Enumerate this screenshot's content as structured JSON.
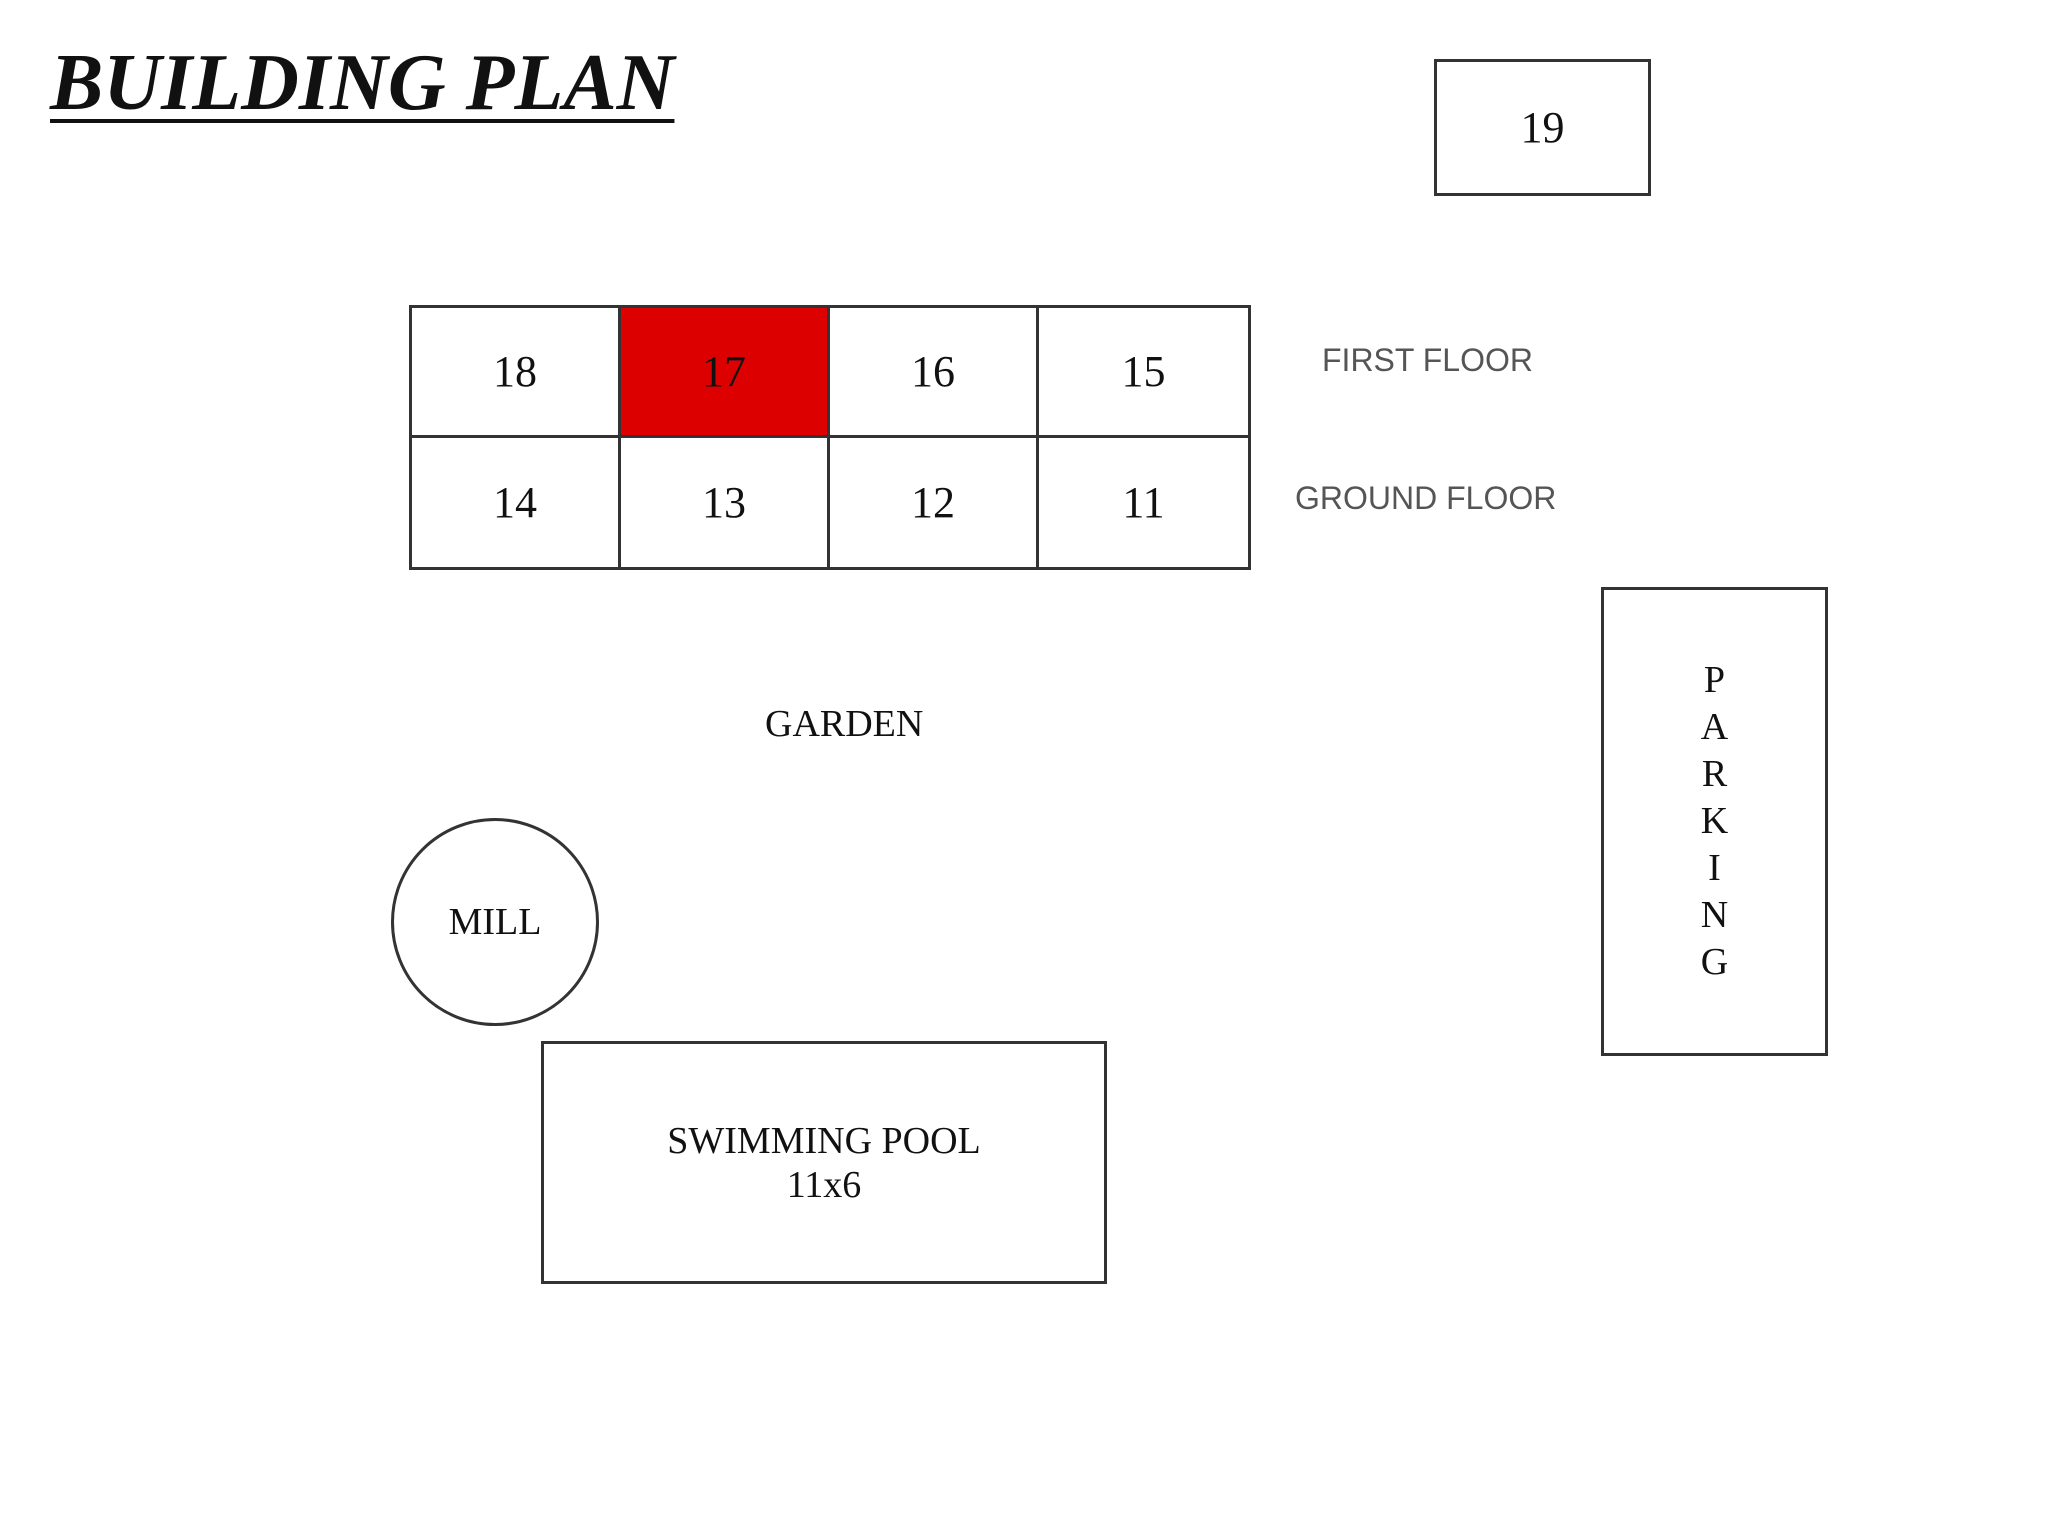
{
  "title": "BUILDING PLAN",
  "unit_19": "19",
  "first_floor": {
    "label": "FIRST FLOOR",
    "units": [
      "18",
      "17",
      "16",
      "15"
    ],
    "highlighted_unit": "17",
    "highlight_color": "#dd0000"
  },
  "ground_floor": {
    "label": "GROUND FLOOR",
    "units": [
      "14",
      "13",
      "12",
      "11"
    ]
  },
  "garden": "GARDEN",
  "mill": "MILL",
  "pool": {
    "label": "SWIMMING POOL",
    "size": "11x6"
  },
  "parking": {
    "letters": [
      "P",
      "A",
      "R",
      "K",
      "I",
      "N",
      "G"
    ]
  }
}
